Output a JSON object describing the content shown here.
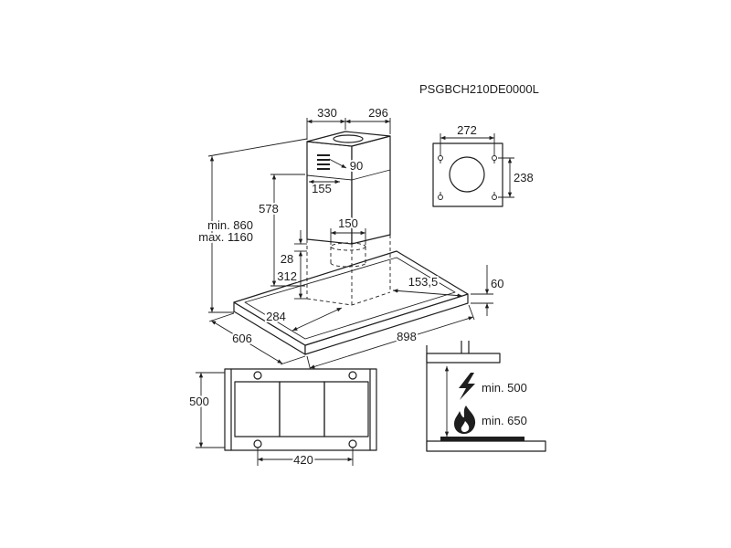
{
  "model_code": "PSGBCH210DE0000L",
  "hood_view": {
    "chimney_width": "330",
    "chimney_depth": "296",
    "dim_90": "90",
    "dim_155": "155",
    "dim_578": "578",
    "height_min": "min. 860",
    "height_max": "max. 1160",
    "outlet_diameter": "150",
    "dim_28": "28",
    "dim_312": "312",
    "dim_153_5": "153,5",
    "thickness": "60",
    "dim_284": "284",
    "depth": "606",
    "width": "898"
  },
  "outlet_plan": {
    "width": "272",
    "height": "238"
  },
  "underside_plan": {
    "depth": "500",
    "hole_spacing": "420"
  },
  "clearance": {
    "electric": {
      "icon": "lightning-icon",
      "label": "min. 500"
    },
    "gas": {
      "icon": "flame-icon",
      "label": "min. 650"
    }
  },
  "colors": {
    "ink": "#1e1e1e",
    "background": "#ffffff"
  }
}
